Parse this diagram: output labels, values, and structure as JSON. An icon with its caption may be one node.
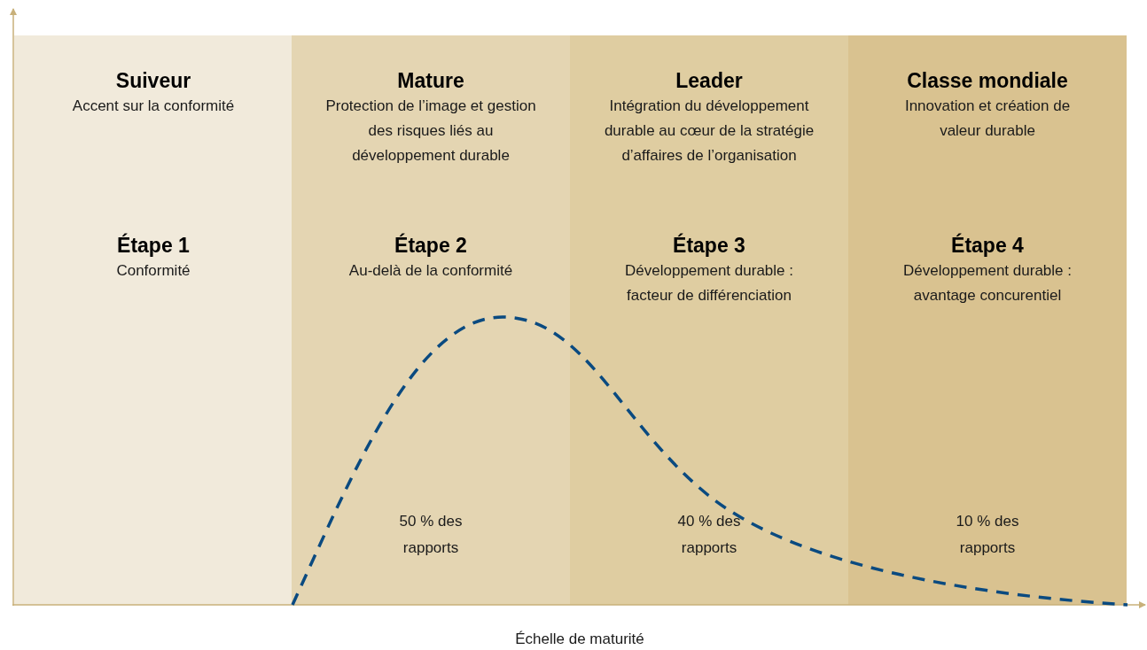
{
  "diagram": {
    "nodes": [
      {
        "text": [
          "Suiveur",
          "Accent sur la conformité",
          "Étape 1",
          "Conformité"
        ]
      },
      {
        "text": [
          "Mature",
          "Protection de l’image et gestion des risques liés au développement durable",
          "Étape 2",
          "Au-delà de la conformité",
          "50 % des rapports"
        ]
      },
      {
        "text": [
          "Leader",
          "Intégration du développement durable au cœur de la stratégie d’affaires de l’organisation",
          "Étape 3",
          "Développement durable : facteur de différenciation",
          "40 % des rapports"
        ]
      },
      {
        "text": [
          "Classe mondiale",
          "Innovation et création de valeur durable",
          "Étape 4",
          "Développement durable : avantage concurentiel",
          "10 % des rapports"
        ]
      }
    ],
    "labels": [
      "Échelle de maturité"
    ]
  }
}
